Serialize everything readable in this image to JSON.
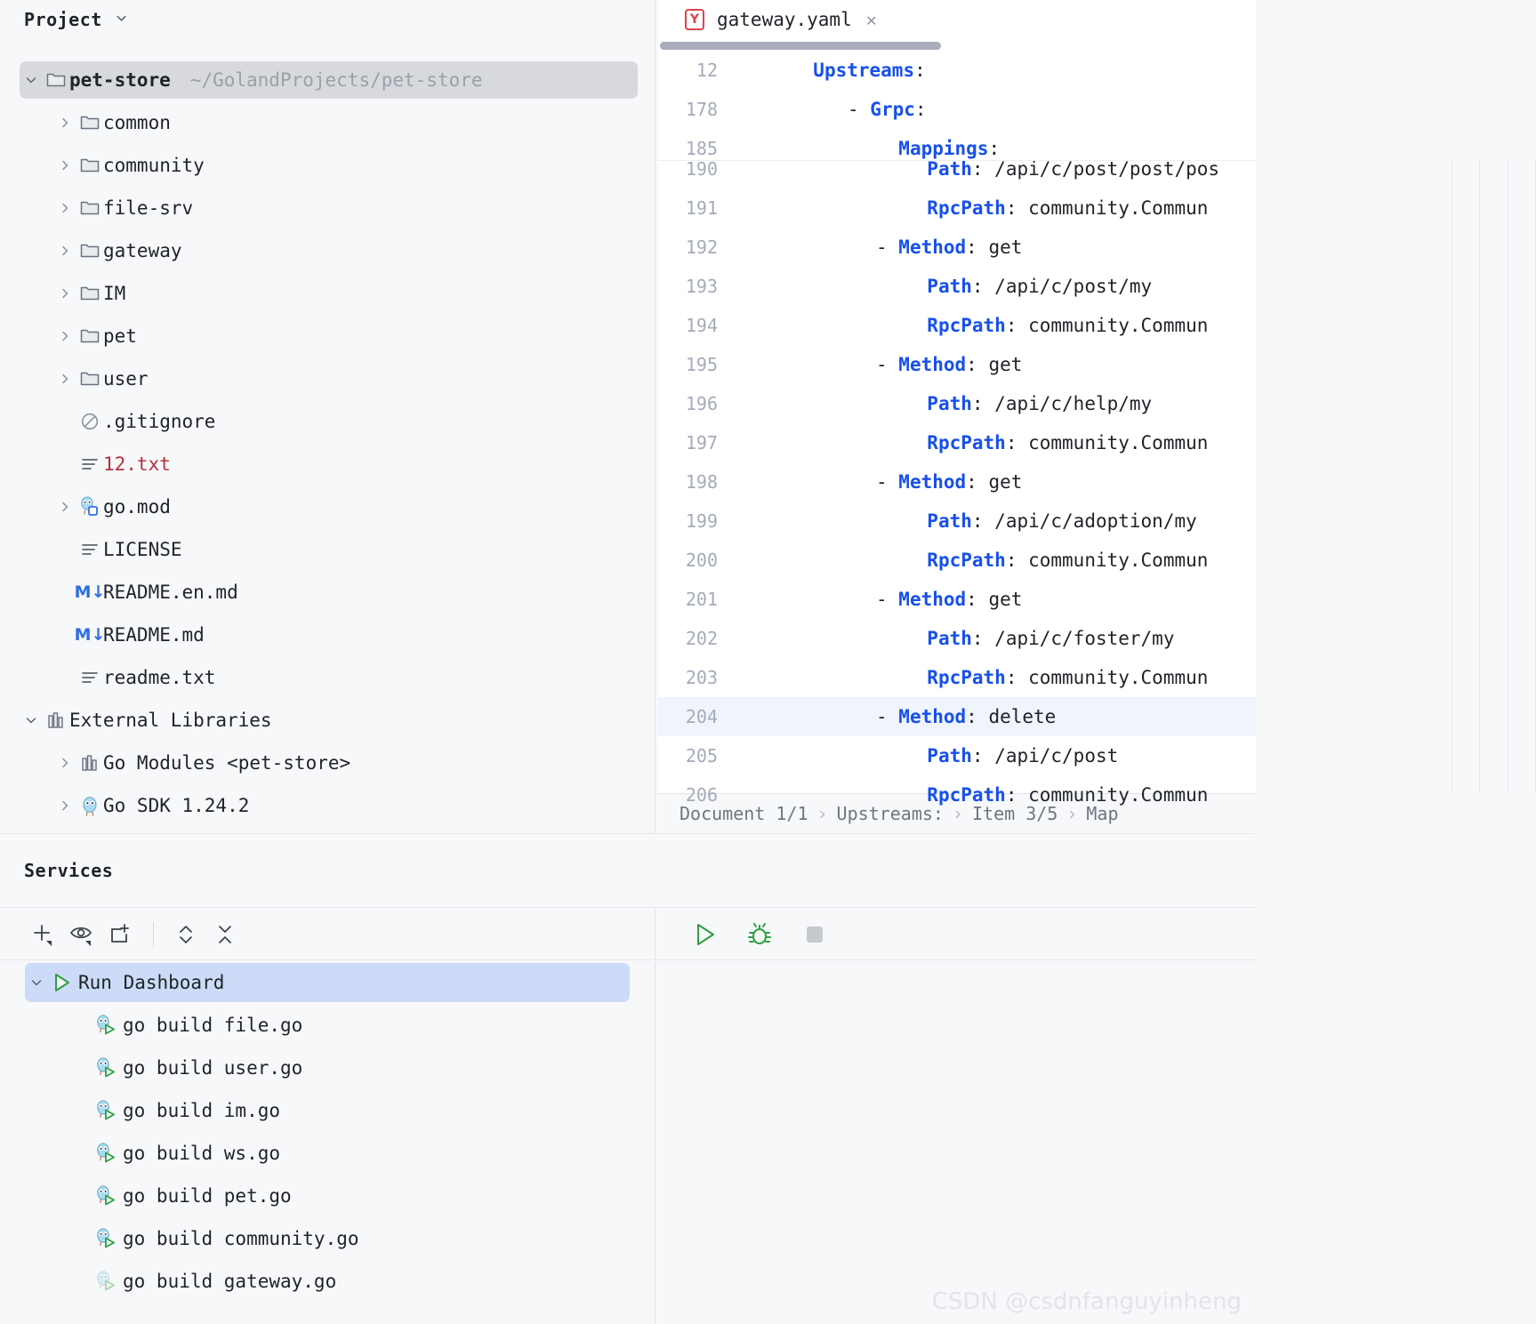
{
  "project_panel": {
    "title": "Project",
    "chevron_icon": "chevron-down-icon",
    "tree": [
      {
        "id": "pet-store",
        "label": "pet-store",
        "secondary": "~/GolandProjects/pet-store",
        "icon": "folder-icon",
        "arrow": "chevron-down-icon",
        "indent": 0,
        "bold": true,
        "selected": true
      },
      {
        "id": "common",
        "label": "common",
        "icon": "folder-icon",
        "arrow": "chevron-right-icon",
        "indent": 1
      },
      {
        "id": "community",
        "label": "community",
        "icon": "folder-icon",
        "arrow": "chevron-right-icon",
        "indent": 1
      },
      {
        "id": "file-srv",
        "label": "file-srv",
        "icon": "folder-icon",
        "arrow": "chevron-right-icon",
        "indent": 1
      },
      {
        "id": "gateway",
        "label": "gateway",
        "icon": "folder-icon",
        "arrow": "chevron-right-icon",
        "indent": 1
      },
      {
        "id": "IM",
        "label": "IM",
        "icon": "folder-icon",
        "arrow": "chevron-right-icon",
        "indent": 1
      },
      {
        "id": "pet",
        "label": "pet",
        "icon": "folder-icon",
        "arrow": "chevron-right-icon",
        "indent": 1
      },
      {
        "id": "user",
        "label": "user",
        "icon": "folder-icon",
        "arrow": "chevron-right-icon",
        "indent": 1
      },
      {
        "id": "gitignore",
        "label": ".gitignore",
        "icon": "ignore-file-icon",
        "arrow": "none",
        "indent": 1
      },
      {
        "id": "12txt",
        "label": "12.txt",
        "icon": "text-file-icon",
        "arrow": "none",
        "indent": 1,
        "color": "red"
      },
      {
        "id": "gomod",
        "label": "go.mod",
        "icon": "go-module-icon",
        "arrow": "chevron-right-icon",
        "indent": 1
      },
      {
        "id": "license",
        "label": "LICENSE",
        "icon": "text-file-icon",
        "arrow": "none",
        "indent": 1
      },
      {
        "id": "readme-en",
        "label": "README.en.md",
        "icon": "markdown-file-icon",
        "arrow": "none",
        "indent": 1
      },
      {
        "id": "readme",
        "label": "README.md",
        "icon": "markdown-file-icon",
        "arrow": "none",
        "indent": 1
      },
      {
        "id": "readmetxt",
        "label": "readme.txt",
        "icon": "text-file-icon",
        "arrow": "none",
        "indent": 1
      },
      {
        "id": "ext-libs",
        "label": "External Libraries",
        "icon": "library-icon",
        "arrow": "chevron-down-icon",
        "indent": 0
      },
      {
        "id": "go-modules",
        "label": "Go Modules <pet-store>",
        "icon": "library-icon",
        "arrow": "chevron-right-icon",
        "indent": 1
      },
      {
        "id": "go-sdk",
        "label": "Go SDK 1.24.2",
        "icon": "gopher-icon",
        "arrow": "chevron-right-icon",
        "indent": 1
      }
    ]
  },
  "editor": {
    "tab": {
      "name": "gateway.yaml",
      "file_type_badge": "Y",
      "close_icon": "close-icon"
    },
    "sticky_lines": [
      {
        "num": "12",
        "indent": 2,
        "key": "Upstreams",
        "dash": false
      },
      {
        "num": "178",
        "indent": 4,
        "key": "Grpc",
        "dash": true
      },
      {
        "num": "185",
        "indent": 5,
        "key": "Mappings",
        "dash": false
      }
    ],
    "lines": [
      {
        "num": "190",
        "indent": 6,
        "dash": false,
        "key": "Path",
        "value": "/api/c/post/post/pos",
        "partial": true
      },
      {
        "num": "191",
        "indent": 6,
        "dash": false,
        "key": "RpcPath",
        "value": "community.Commun"
      },
      {
        "num": "192",
        "indent": 5,
        "dash": true,
        "key": "Method",
        "value": "get"
      },
      {
        "num": "193",
        "indent": 6,
        "dash": false,
        "key": "Path",
        "value": "/api/c/post/my"
      },
      {
        "num": "194",
        "indent": 6,
        "dash": false,
        "key": "RpcPath",
        "value": "community.Commun"
      },
      {
        "num": "195",
        "indent": 5,
        "dash": true,
        "key": "Method",
        "value": "get"
      },
      {
        "num": "196",
        "indent": 6,
        "dash": false,
        "key": "Path",
        "value": "/api/c/help/my"
      },
      {
        "num": "197",
        "indent": 6,
        "dash": false,
        "key": "RpcPath",
        "value": "community.Commun"
      },
      {
        "num": "198",
        "indent": 5,
        "dash": true,
        "key": "Method",
        "value": "get"
      },
      {
        "num": "199",
        "indent": 6,
        "dash": false,
        "key": "Path",
        "value": "/api/c/adoption/my"
      },
      {
        "num": "200",
        "indent": 6,
        "dash": false,
        "key": "RpcPath",
        "value": "community.Commun"
      },
      {
        "num": "201",
        "indent": 5,
        "dash": true,
        "key": "Method",
        "value": "get"
      },
      {
        "num": "202",
        "indent": 6,
        "dash": false,
        "key": "Path",
        "value": "/api/c/foster/my"
      },
      {
        "num": "203",
        "indent": 6,
        "dash": false,
        "key": "RpcPath",
        "value": "community.Commun"
      },
      {
        "num": "204",
        "indent": 5,
        "dash": true,
        "key": "Method",
        "value": "delete",
        "highlighted": true
      },
      {
        "num": "205",
        "indent": 6,
        "dash": false,
        "key": "Path",
        "value": "/api/c/post"
      },
      {
        "num": "206",
        "indent": 6,
        "dash": false,
        "key": "RpcPath",
        "value": "community.Commun",
        "partial": true
      }
    ],
    "breadcrumb": [
      "Document 1/1",
      "Upstreams:",
      "Item 3/5",
      "Map"
    ],
    "breadcrumb_separator": "›",
    "scrollbar": {
      "name": "horizontal-scrollbar"
    }
  },
  "services": {
    "title": "Services",
    "left_toolbar": [
      {
        "id": "add",
        "icon": "plus-with-dropdown-icon"
      },
      {
        "id": "show",
        "icon": "eye-with-dropdown-icon"
      },
      {
        "id": "new-tab",
        "icon": "add-window-icon"
      },
      {
        "id": "separator",
        "icon": "toolbar-separator"
      },
      {
        "id": "expand-all",
        "icon": "expand-all-icon"
      },
      {
        "id": "collapse-all",
        "icon": "collapse-all-icon"
      }
    ],
    "right_toolbar": [
      {
        "id": "run",
        "icon": "run-icon",
        "color": "#2f9e44"
      },
      {
        "id": "debug",
        "icon": "debug-icon",
        "color": "#2f9e44"
      },
      {
        "id": "stop",
        "icon": "stop-icon",
        "color": "#c6c9cd",
        "disabled": true
      }
    ],
    "tree": [
      {
        "id": "run-dashboard",
        "label": "Run Dashboard",
        "icon": "run-icon",
        "arrow": "chevron-down-icon",
        "indent": 0,
        "selected": true
      },
      {
        "id": "file-go",
        "label": "go build file.go",
        "icon": "gopher-run-icon",
        "arrow": "none",
        "indent": 1
      },
      {
        "id": "user-go",
        "label": "go build user.go",
        "icon": "gopher-run-icon",
        "arrow": "none",
        "indent": 1
      },
      {
        "id": "im-go",
        "label": "go build im.go",
        "icon": "gopher-run-icon",
        "arrow": "none",
        "indent": 1
      },
      {
        "id": "ws-go",
        "label": "go build ws.go",
        "icon": "gopher-run-icon",
        "arrow": "none",
        "indent": 1
      },
      {
        "id": "pet-go",
        "label": "go build pet.go",
        "icon": "gopher-run-icon",
        "arrow": "none",
        "indent": 1
      },
      {
        "id": "community-go",
        "label": "go build community.go",
        "icon": "gopher-run-icon",
        "arrow": "none",
        "indent": 1
      },
      {
        "id": "gateway-go",
        "label": "go build gateway.go",
        "icon": "gopher-run-icon",
        "arrow": "none",
        "indent": 1,
        "faded": true
      }
    ]
  },
  "watermark": "CSDN @csdnfanguyinheng",
  "colors": {
    "panel_bg": "#f7f8fa",
    "editor_bg": "#ffffff",
    "keyword": "#1750eb",
    "text": "#1f2328",
    "line_number": "#a4abb8",
    "selection_gray": "#d7d9dd",
    "selection_blue": "#ccdbf7",
    "caret_line": "#f0f4fc",
    "accent_green": "#2f9e44",
    "error_red": "#b4323c"
  }
}
